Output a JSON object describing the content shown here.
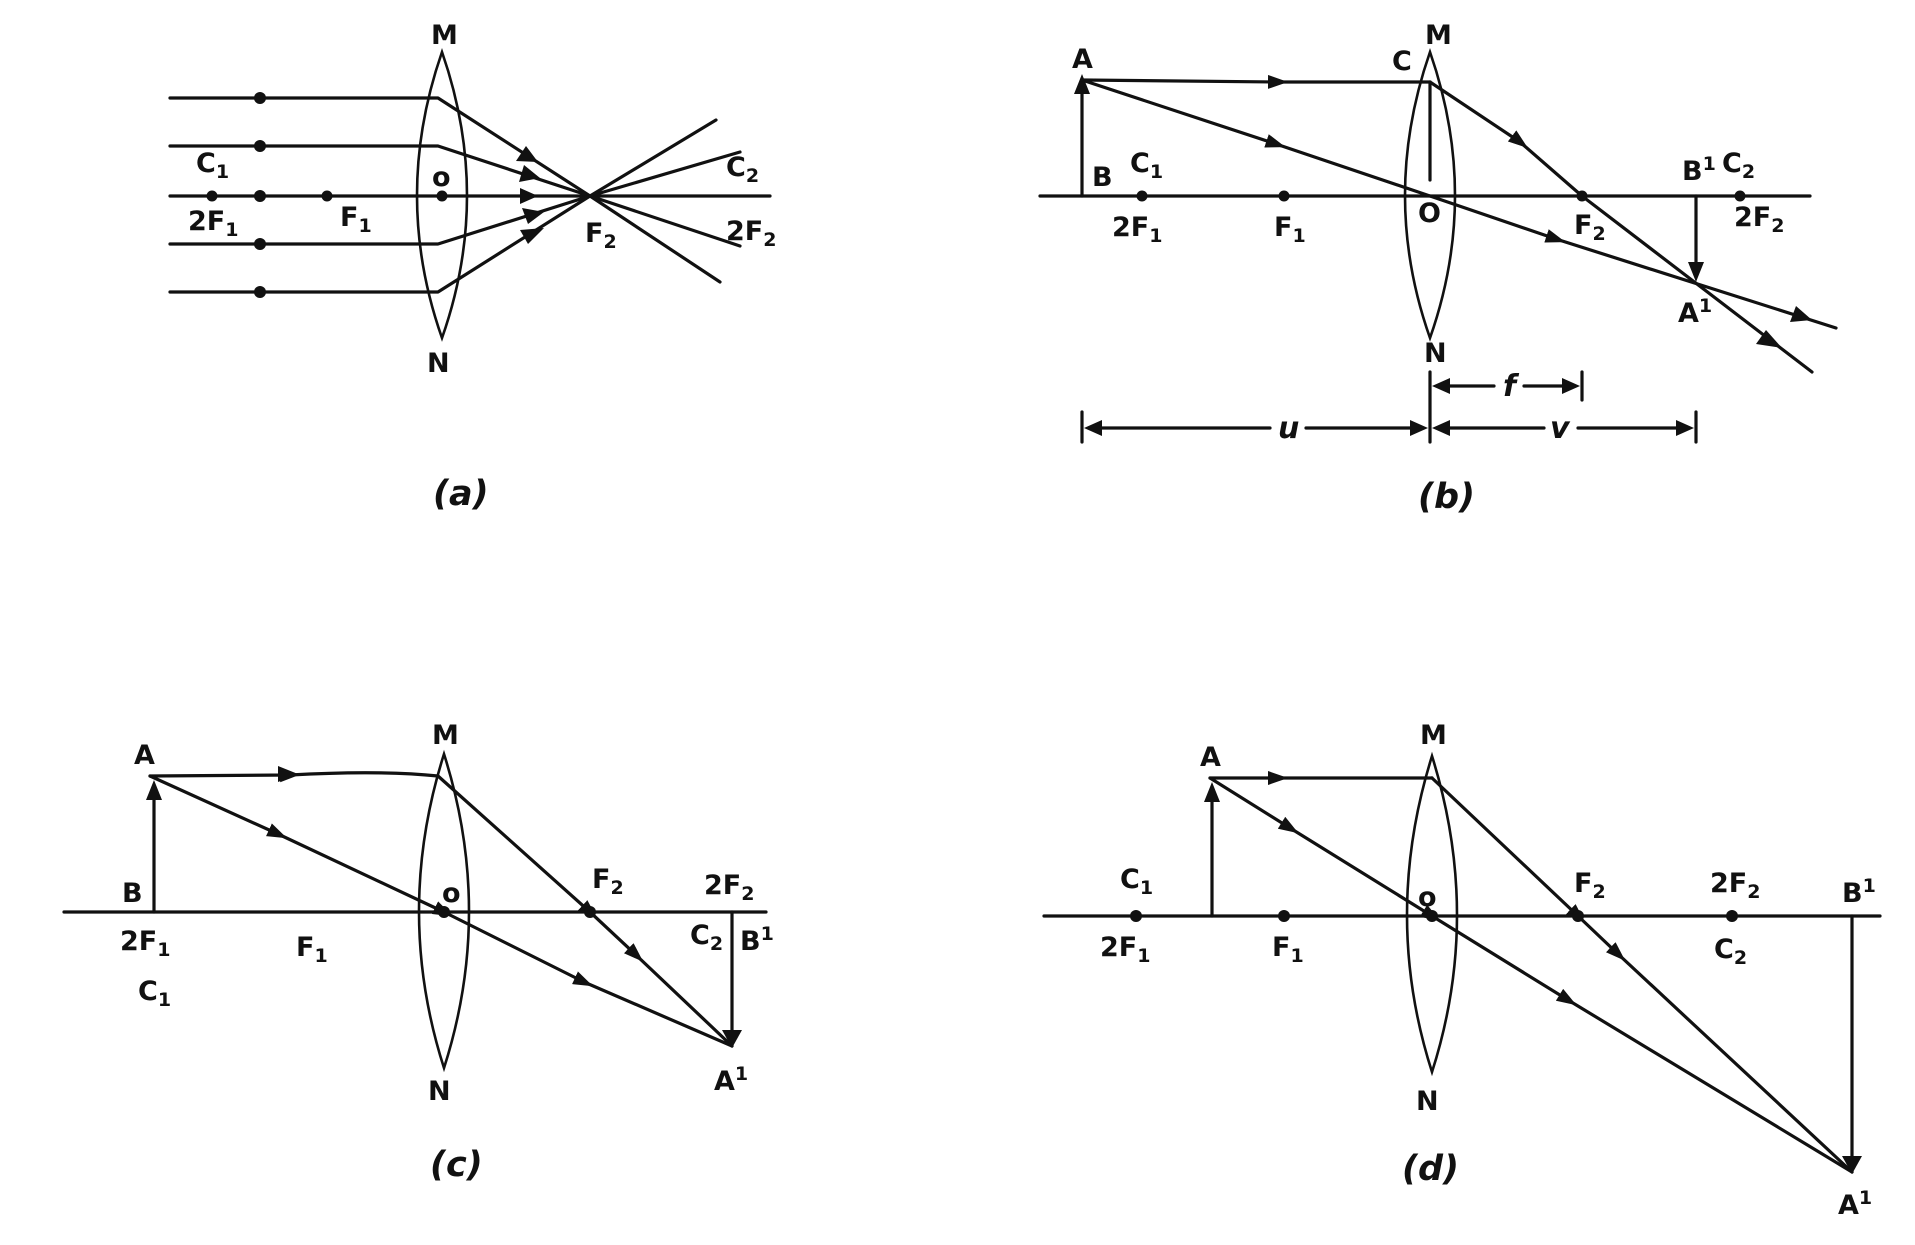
{
  "diagrams": [
    {
      "caption": "(a)",
      "labels": {
        "m": "M",
        "n": "N",
        "o": "o",
        "c1": "C",
        "c1_sub": "1",
        "f1_2": "2F",
        "f1_2_sub": "1",
        "f1": "F",
        "f1_sub": "1",
        "f2": "F",
        "f2_sub": "2",
        "c2": "C",
        "c2_sub": "2",
        "f2_2": "2F",
        "f2_2_sub": "2"
      }
    },
    {
      "caption": "(b)",
      "labels": {
        "a": "A",
        "b": "B",
        "c": "C",
        "m": "M",
        "n": "N",
        "o": "O",
        "c1": "C",
        "c1_sub": "1",
        "f1_2": "2F",
        "f1_2_sub": "1",
        "f1": "F",
        "f1_sub": "1",
        "f2": "F",
        "f2_sub": "2",
        "b1": "B",
        "b1_sup": "1",
        "c2": "C",
        "c2_sub": "2",
        "f2_2": "2F",
        "f2_2_sub": "2",
        "a1": "A",
        "a1_sup": "1",
        "u": "u",
        "v": "v",
        "f": "f"
      }
    },
    {
      "caption": "(c)",
      "labels": {
        "a": "A",
        "b": "B",
        "m": "M",
        "n": "N",
        "o": "o",
        "f1_2": "2F",
        "f1_2_sub": "1",
        "c1": "C",
        "c1_sub": "1",
        "f1": "F",
        "f1_sub": "1",
        "f2": "F",
        "f2_sub": "2",
        "f2_2": "2F",
        "f2_2_sub": "2",
        "c2": "C",
        "c2_sub": "2",
        "b1": "B",
        "b1_sup": "1",
        "a1": "A",
        "a1_sup": "1"
      }
    },
    {
      "caption": "(d)",
      "labels": {
        "a": "A",
        "m": "M",
        "n": "N",
        "o": "o",
        "c1": "C",
        "c1_sub": "1",
        "f1_2": "2F",
        "f1_2_sub": "1",
        "f1": "F",
        "f1_sub": "1",
        "f2": "F",
        "f2_sub": "2",
        "f2_2": "2F",
        "f2_2_sub": "2",
        "c2": "C",
        "c2_sub": "2",
        "b1": "B",
        "b1_sup": "1",
        "a1": "A",
        "a1_sup": "1"
      }
    }
  ]
}
